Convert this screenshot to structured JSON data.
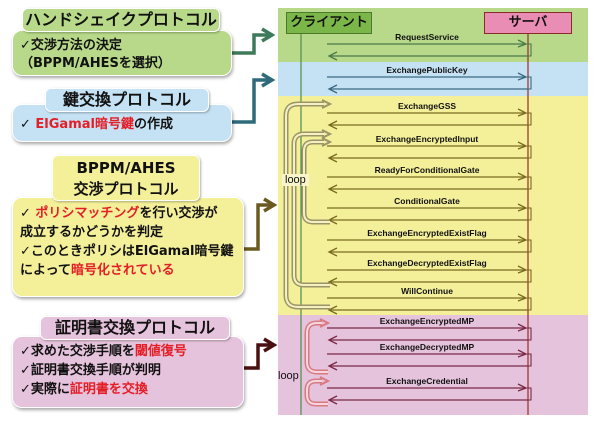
{
  "colors": {
    "handshake": "#b8d98a",
    "keyexchange": "#c5e2f4",
    "negotiation": "#f4f09a",
    "certificate": "#e6c3dc",
    "client_box": "#7ab648",
    "server_box": "#ea8db5",
    "highlight_red": "#e41e26"
  },
  "sections": [
    {
      "title": "ハンドシェイクプロトコル",
      "lines": [
        [
          {
            "text": "✓交渉方法の決定",
            "red": false
          }
        ],
        [
          {
            "text": "（BPPM/AHESを選択）",
            "red": false
          }
        ]
      ]
    },
    {
      "title": "鍵交換プロトコル",
      "lines": [
        [
          {
            "text": "✓ ",
            "red": false
          },
          {
            "text": "ElGamal暗号鍵",
            "red": true
          },
          {
            "text": "の作成",
            "red": false
          }
        ]
      ]
    },
    {
      "title_line1": "BPPM/AHES",
      "title_line2": "交渉プロトコル",
      "lines": [
        [
          {
            "text": "✓ ",
            "red": false
          },
          {
            "text": "ポリシマッチング",
            "red": true
          },
          {
            "text": "を行い交渉が",
            "red": false
          }
        ],
        [
          {
            "text": "成立するかどうかを判定",
            "red": false
          }
        ],
        [
          {
            "text": "✓このときポリシはElGamal暗号鍵",
            "red": false
          }
        ],
        [
          {
            "text": "によって",
            "red": false
          },
          {
            "text": "暗号化されている",
            "red": true
          }
        ]
      ]
    },
    {
      "title": "証明書交換プロトコル",
      "lines": [
        [
          {
            "text": "✓求めた交渉手順を",
            "red": false
          },
          {
            "text": "閾値復号",
            "red": true
          }
        ],
        [
          {
            "text": "✓証明書交換手順が判明",
            "red": false
          }
        ],
        [
          {
            "text": "✓実際に",
            "red": false
          },
          {
            "text": "証明書を交換",
            "red": true
          }
        ]
      ]
    }
  ],
  "sequence": {
    "client_label": "クライアント",
    "server_label": "サーバ",
    "loop_label": "loop",
    "messages": [
      {
        "name": "RequestService",
        "phase": 0
      },
      {
        "name": "ExchangePublicKey",
        "phase": 1
      },
      {
        "name": "ExchangeGSS",
        "phase": 2
      },
      {
        "name": "ExchangeEncryptedInput",
        "phase": 2
      },
      {
        "name": "ReadyForConditionalGate",
        "phase": 2
      },
      {
        "name": "ConditionalGate",
        "phase": 2
      },
      {
        "name": "ExchangeEncryptedExistFlag",
        "phase": 2
      },
      {
        "name": "ExchangeDecryptedExistFlag",
        "phase": 2
      },
      {
        "name": "WillContinue",
        "phase": 2
      },
      {
        "name": "ExchangeEncryptedMP",
        "phase": 3
      },
      {
        "name": "ExchangeDecryptedMP",
        "phase": 3
      },
      {
        "name": "ExchangeCredential",
        "phase": 3
      }
    ]
  }
}
